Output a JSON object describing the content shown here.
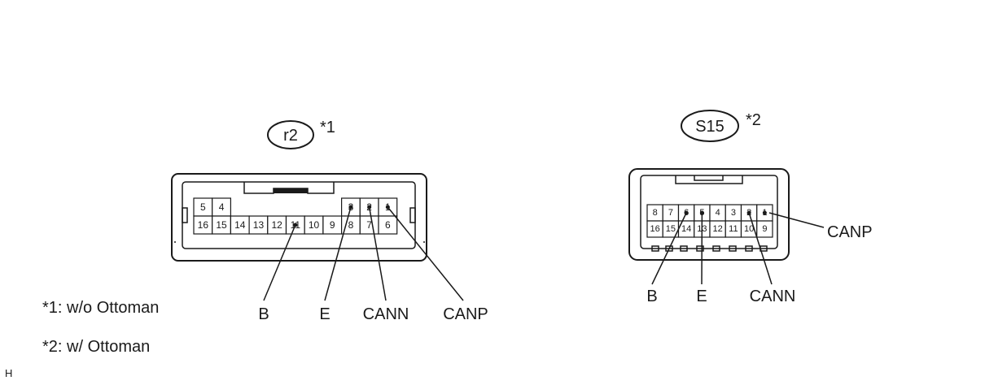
{
  "connectors": [
    {
      "id": "r2",
      "label": "r2",
      "marker": "*1",
      "top_row": [
        "5",
        "4",
        "",
        "",
        "",
        "",
        "",
        "",
        "3",
        "2",
        "1"
      ],
      "bottom_row": [
        "16",
        "15",
        "14",
        "13",
        "12",
        "11",
        "10",
        "9",
        "8",
        "7",
        "6"
      ],
      "callouts": [
        {
          "label": "B",
          "pin": "11"
        },
        {
          "label": "E",
          "pin": "3"
        },
        {
          "label": "CANN",
          "pin": "2"
        },
        {
          "label": "CANP",
          "pin": "1"
        }
      ]
    },
    {
      "id": "s15",
      "label": "S15",
      "marker": "*2",
      "top_row": [
        "8",
        "7",
        "6",
        "5",
        "4",
        "3",
        "2",
        "1"
      ],
      "bottom_row": [
        "16",
        "15",
        "14",
        "13",
        "12",
        "11",
        "10",
        "9"
      ],
      "callouts": [
        {
          "label": "B",
          "pin": "6"
        },
        {
          "label": "E",
          "pin": "5"
        },
        {
          "label": "CANN",
          "pin": "2"
        },
        {
          "label": "CANP",
          "pin": "1"
        }
      ]
    }
  ],
  "notes": [
    "*1: w/o Ottoman",
    "*2: w/ Ottoman"
  ],
  "figure_code": "H"
}
